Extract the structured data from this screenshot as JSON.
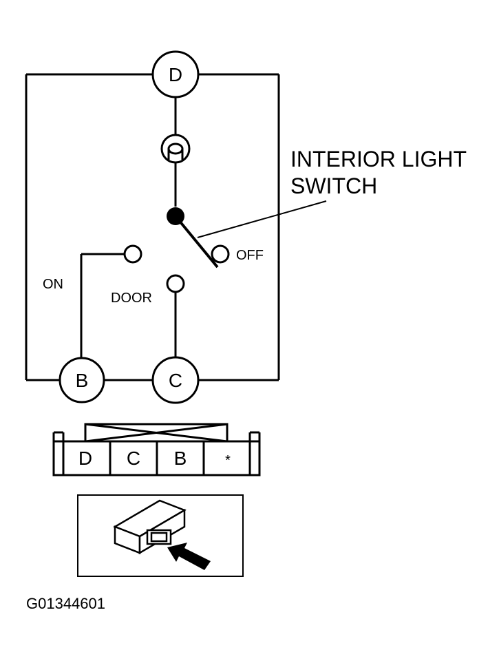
{
  "diagram": {
    "terminals": {
      "top": "D",
      "bottom_left": "B",
      "bottom_right": "C"
    },
    "switch_positions": {
      "on": "ON",
      "door": "DOOR",
      "off": "OFF"
    },
    "callout": {
      "line1": "INTERIOR LIGHT",
      "line2": "SWITCH"
    },
    "connector": {
      "cells": [
        "D",
        "C",
        "B",
        "*"
      ]
    },
    "figure_id": "G01344601"
  }
}
